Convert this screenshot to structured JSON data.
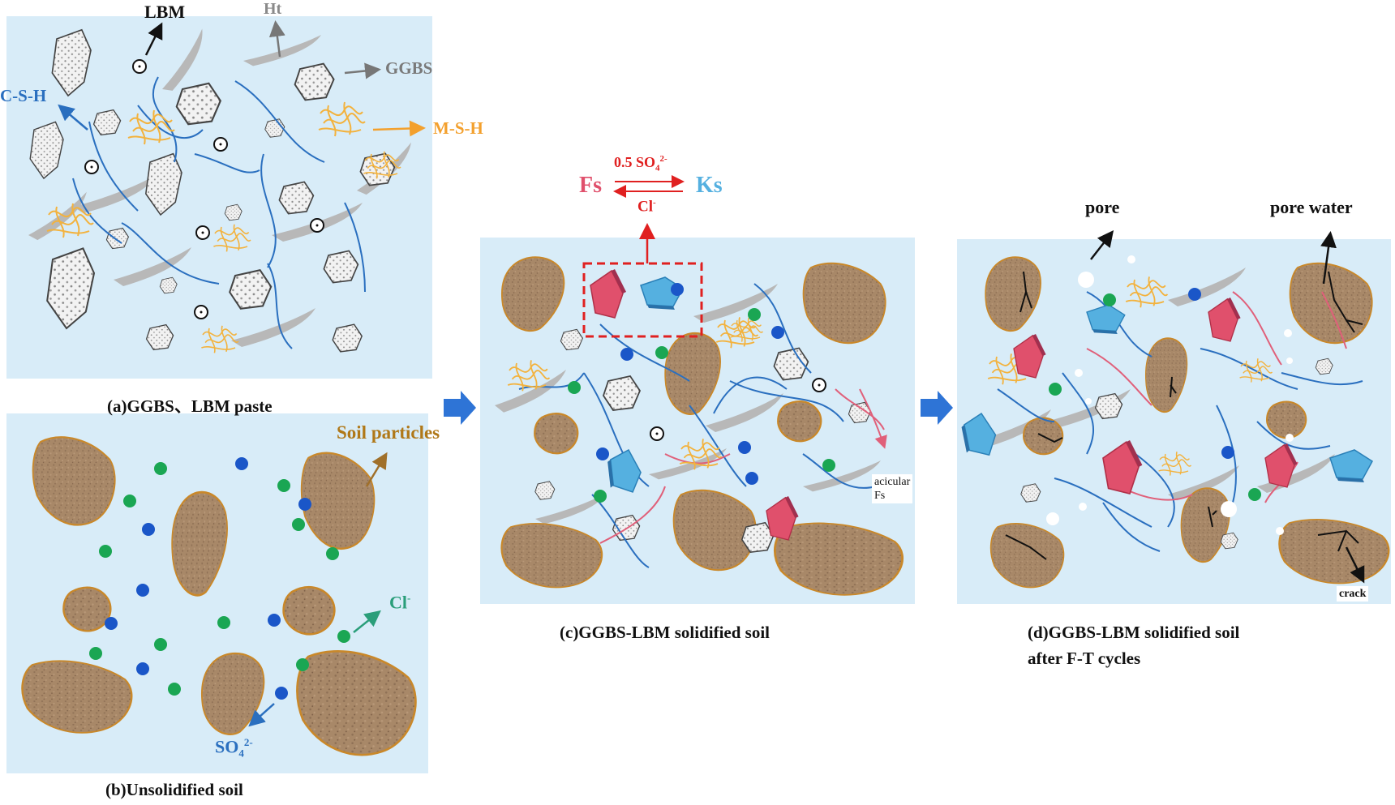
{
  "panels": {
    "a": {
      "caption": "(a)GGBS、LBM paste",
      "labels": {
        "lbm": "LBM",
        "ht": "Ht",
        "ggbs": "GGBS",
        "csh": "C-S-H",
        "msh": "M-S-H"
      }
    },
    "b": {
      "caption": "(b)Unsolidified soil",
      "labels": {
        "soil": "Soil particles",
        "cl": "Cl",
        "cl_sup": "-",
        "so4": "SO",
        "so4_sub": "4",
        "so4_sup": "2-"
      }
    },
    "c": {
      "caption": "(c)GGBS-LBM solidified soil",
      "reaction": {
        "left": "Fs",
        "right": "Ks",
        "forward": "0.5 SO",
        "forward_sub": "4",
        "forward_sup": "2-",
        "reverse": "Cl",
        "reverse_sup": "-"
      },
      "labels": {
        "acicular_1": "acicular",
        "acicular_2": "Fs"
      }
    },
    "d": {
      "caption_1": "(d)GGBS-LBM solidified soil",
      "caption_2": "after F-T cycles",
      "labels": {
        "pore": "pore",
        "pore_water": "pore water",
        "crack": "crack"
      }
    }
  },
  "colors": {
    "background": "#d8ecf8",
    "soil": "#a88868",
    "soil_edge": "#c9882a",
    "ggbs": "#eeeeee",
    "fiber_blue": "#2a6fbf",
    "fiber_pink": "#e0607a",
    "msh": "#f3b23d",
    "ion_blue": "#1a56c8",
    "ion_green": "#1aa653",
    "fs": "#e0506c",
    "ks": "#55b0e0",
    "arrow_blue": "#2e74d6",
    "red": "#e02020"
  }
}
